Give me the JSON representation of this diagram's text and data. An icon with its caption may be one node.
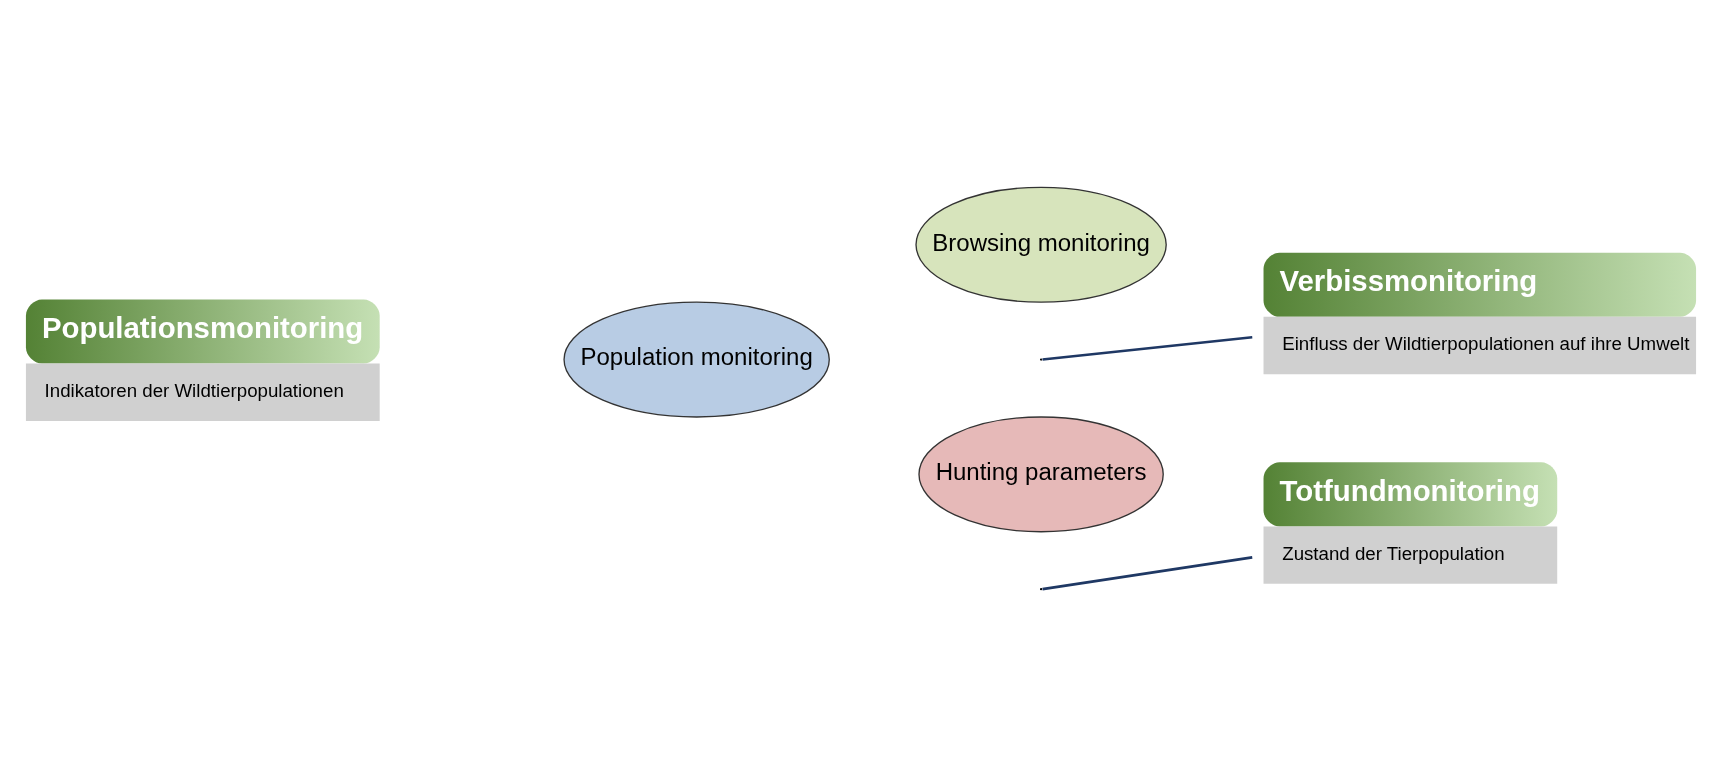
{
  "diagram": {
    "nodes": [
      {
        "text": [
          "Populationsmonitoring",
          "Indikatoren der Wildtierpopulationen"
        ]
      },
      {
        "text": [
          "Verbissmonitoring",
          "Einfluss der Wildtierpopulationen auf ihre Umwelt"
        ]
      },
      {
        "text": [
          "Totfundmonitoring",
          "Zustand der Tierpopulation"
        ]
      },
      {
        "text": [
          "Population monitoring"
        ]
      },
      {
        "text": [
          "Browsing monitoring"
        ]
      },
      {
        "text": [
          "Hunting parameters"
        ]
      }
    ],
    "edges": [
      {
        "from": null,
        "to": 1,
        "arrow": "none"
      },
      {
        "from": null,
        "to": 2,
        "arrow": "none"
      }
    ]
  }
}
